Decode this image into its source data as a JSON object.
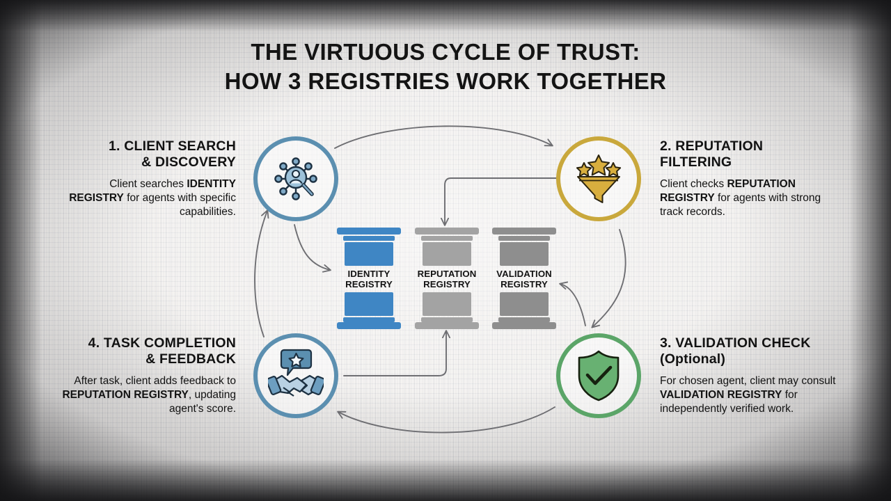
{
  "title": {
    "line1": "THE VIRTUOUS CYCLE OF TRUST:",
    "line2": "HOW 3 REGISTRIES WORK TOGETHER"
  },
  "colors": {
    "identity_blue": "#5b8fb0",
    "reputation_gold": "#c9a83c",
    "validation_green": "#5ba568",
    "pillar_gray": "#9a9a9a",
    "text": "#121212",
    "background": "#efedeb"
  },
  "steps": [
    {
      "id": "1",
      "heading_line1": "1. CLIENT SEARCH",
      "heading_line2": "& DISCOVERY",
      "body_parts": [
        {
          "text": "Client searches ",
          "bold": false
        },
        {
          "text": "IDENTITY REGISTRY",
          "bold": true
        },
        {
          "text": " for agents with specific capabilities.",
          "bold": false
        }
      ],
      "icon": "network-search-icon",
      "accent": "#5b8fb0"
    },
    {
      "id": "2",
      "heading_line1": "2. REPUTATION",
      "heading_line2": "FILTERING",
      "body_parts": [
        {
          "text": "Client checks ",
          "bold": false
        },
        {
          "text": "REPUTATION REGISTRY",
          "bold": true
        },
        {
          "text": " for agents with strong track records.",
          "bold": false
        }
      ],
      "icon": "star-funnel-icon",
      "accent": "#c9a83c"
    },
    {
      "id": "3",
      "heading_line1": "3. VALIDATION CHECK",
      "heading_line2": "(Optional)",
      "body_parts": [
        {
          "text": "For chosen agent, client may consult ",
          "bold": false
        },
        {
          "text": "VALIDATION REGISTRY",
          "bold": true
        },
        {
          "text": " for independently verified work.",
          "bold": false
        }
      ],
      "icon": "shield-check-icon",
      "accent": "#5ba568"
    },
    {
      "id": "4",
      "heading_line1": "4. TASK COMPLETION",
      "heading_line2": "& FEEDBACK",
      "body_parts": [
        {
          "text": "After task, client adds feedback to ",
          "bold": false
        },
        {
          "text": "REPUTATION REGISTRY",
          "bold": true
        },
        {
          "text": ", updating agent's score.",
          "bold": false
        }
      ],
      "icon": "handshake-star-icon",
      "accent": "#5b8fb0"
    }
  ],
  "registries": [
    {
      "line1": "IDENTITY",
      "line2": "REGISTRY",
      "color": "#3f86c4",
      "icon": "pillar-icon"
    },
    {
      "line1": "REPUTATION",
      "line2": "REGISTRY",
      "color": "#a3a3a3",
      "icon": "pillar-icon"
    },
    {
      "line1": "VALIDATION",
      "line2": "REGISTRY",
      "color": "#8e8e8e",
      "icon": "pillar-icon"
    }
  ],
  "connectors": [
    {
      "name": "step1-to-step2",
      "style": "curved-arrow"
    },
    {
      "name": "step2-to-step3",
      "style": "curved-arrow"
    },
    {
      "name": "step3-to-step4",
      "style": "curved-arrow"
    },
    {
      "name": "step4-to-step1",
      "style": "curved-arrow"
    },
    {
      "name": "step1-to-identity-registry",
      "style": "curved-arrow"
    },
    {
      "name": "step2-to-reputation-registry",
      "style": "elbow-arrow"
    },
    {
      "name": "step4-to-reputation-registry",
      "style": "elbow-arrow"
    },
    {
      "name": "validation-registry-to-step3",
      "style": "curved-arrow"
    }
  ]
}
